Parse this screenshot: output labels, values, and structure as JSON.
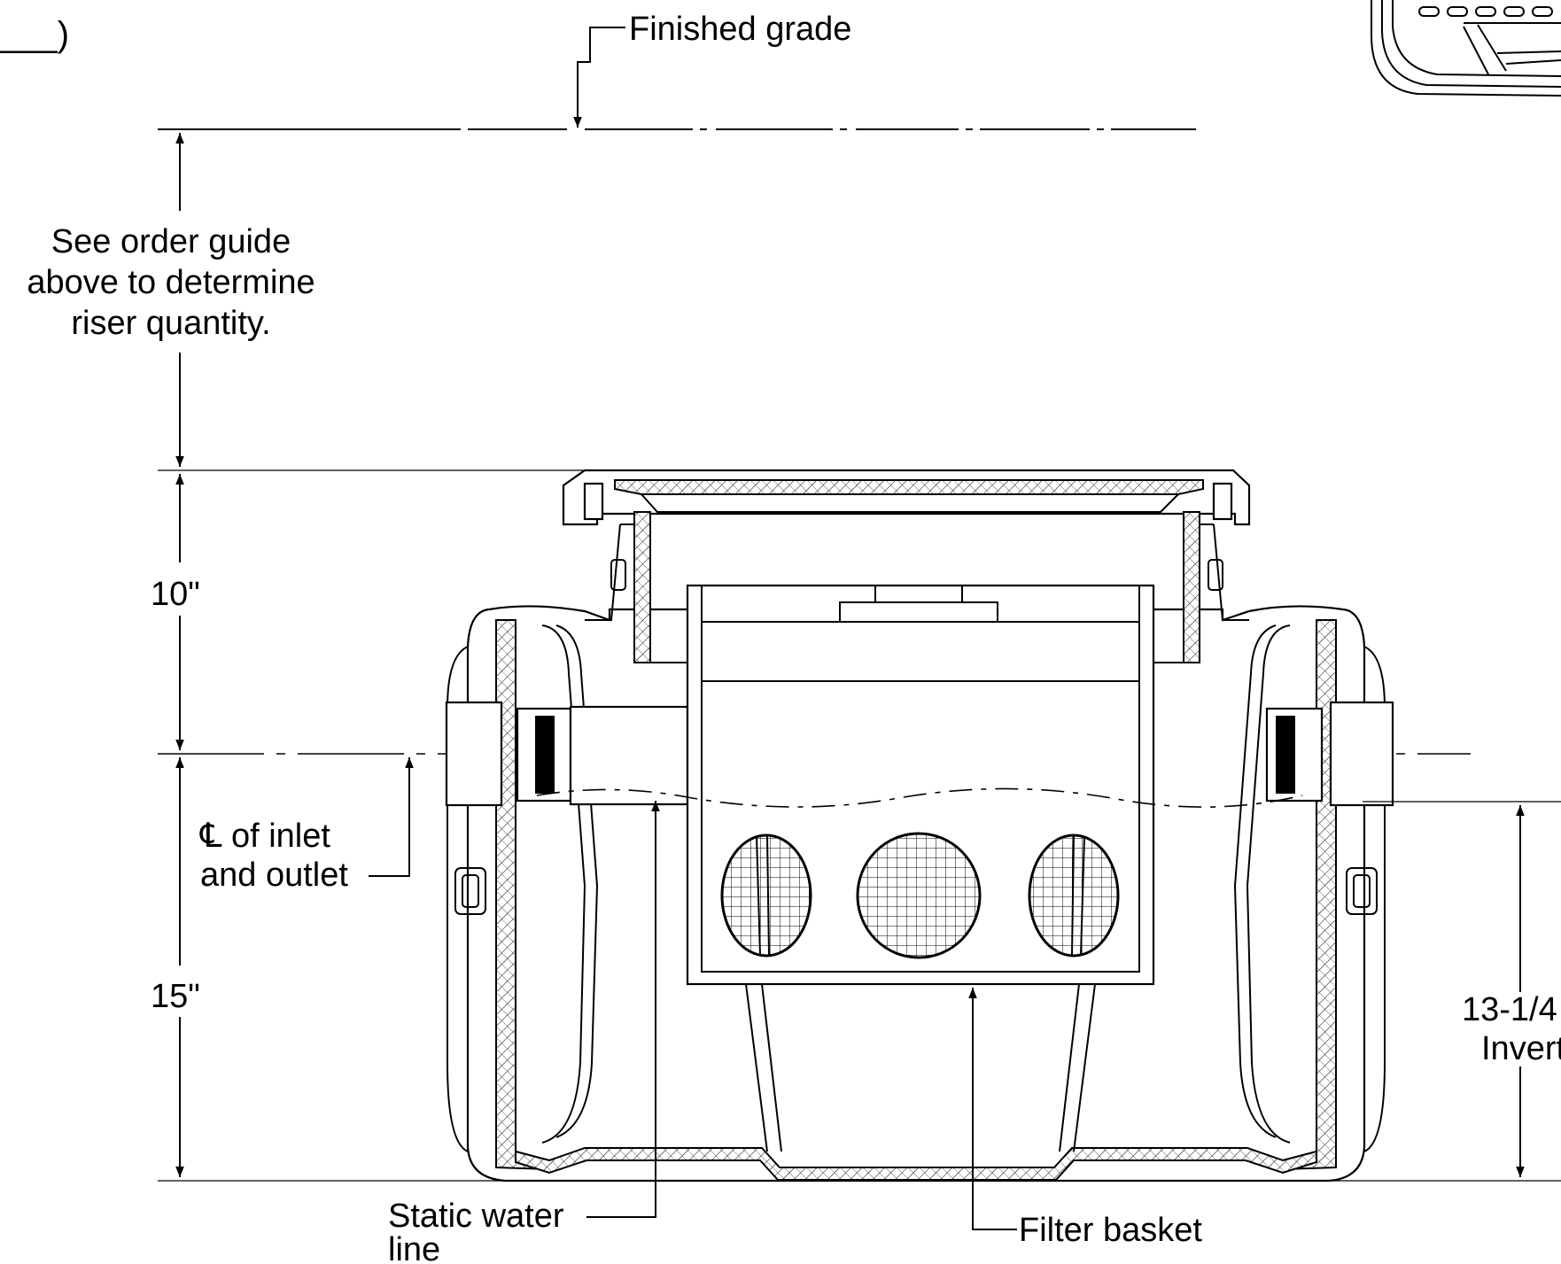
{
  "labels": {
    "corner_fragment": "___)",
    "finished_grade": "Finished grade",
    "order_guide": [
      "See order guide",
      "above to determine",
      "riser quantity."
    ],
    "dim_cover": "10\"",
    "dim_body": "15\"",
    "centerline_label": [
      "℄ of inlet",
      "and outlet"
    ],
    "static_water": [
      "Static water",
      "line"
    ],
    "filter_basket": "Filter basket",
    "invert_dim": [
      "13-1/4",
      "Invert"
    ]
  }
}
